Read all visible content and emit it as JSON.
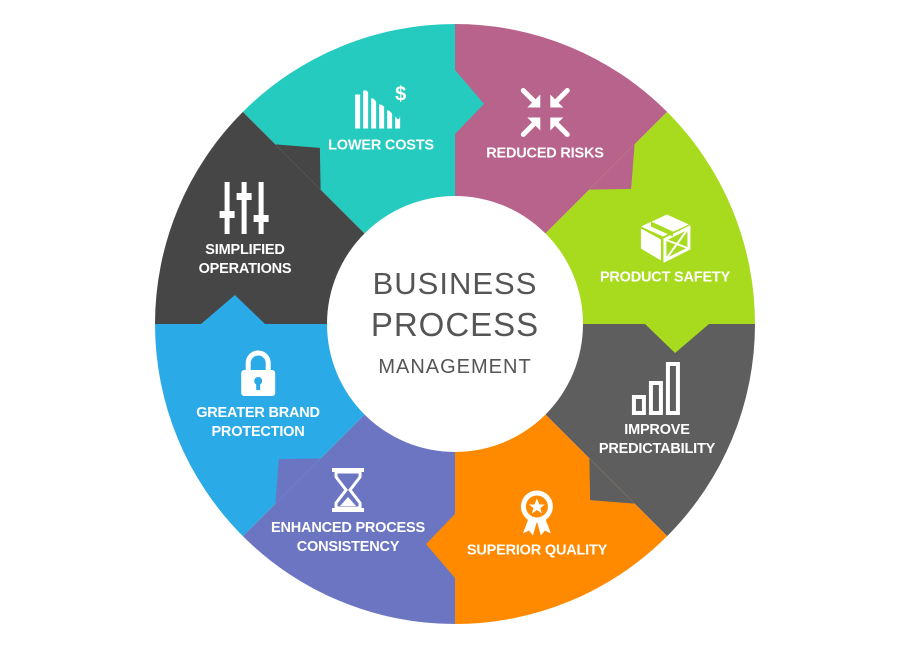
{
  "center": {
    "line1": "BUSINESS",
    "line2": "PROCESS",
    "line3": "MANAGEMENT",
    "color": "#555555"
  },
  "segments": [
    {
      "id": "lower-costs",
      "label": "LOWER COSTS",
      "label2": "",
      "color": "#26CBC0",
      "icon": "cost-decrease-chart-icon"
    },
    {
      "id": "reduced-risks",
      "label": "REDUCED RISKS",
      "label2": "",
      "color": "#B8638C",
      "icon": "arrows-inward-icon"
    },
    {
      "id": "product-safety",
      "label": "PRODUCT SAFETY",
      "label2": "",
      "color": "#A8DB1E",
      "icon": "package-box-icon"
    },
    {
      "id": "improve-predictability",
      "label": "IMPROVE",
      "label2": "PREDICTABILITY",
      "color": "#5E5E5E",
      "icon": "bar-chart-icon"
    },
    {
      "id": "superior-quality",
      "label": "SUPERIOR QUALITY",
      "label2": "",
      "color": "#FF8A00",
      "icon": "award-badge-icon"
    },
    {
      "id": "enhanced-process",
      "label": "ENHANCED PROCESS",
      "label2": "CONSISTENCY",
      "color": "#6B75C2",
      "icon": "hourglass-icon"
    },
    {
      "id": "greater-brand",
      "label": "GREATER BRAND",
      "label2": "PROTECTION",
      "color": "#2AAAE6",
      "icon": "padlock-icon"
    },
    {
      "id": "simplified-operations",
      "label": "SIMPLIFIED",
      "label2": "OPERATIONS",
      "color": "#464646",
      "icon": "sliders-icon"
    }
  ]
}
